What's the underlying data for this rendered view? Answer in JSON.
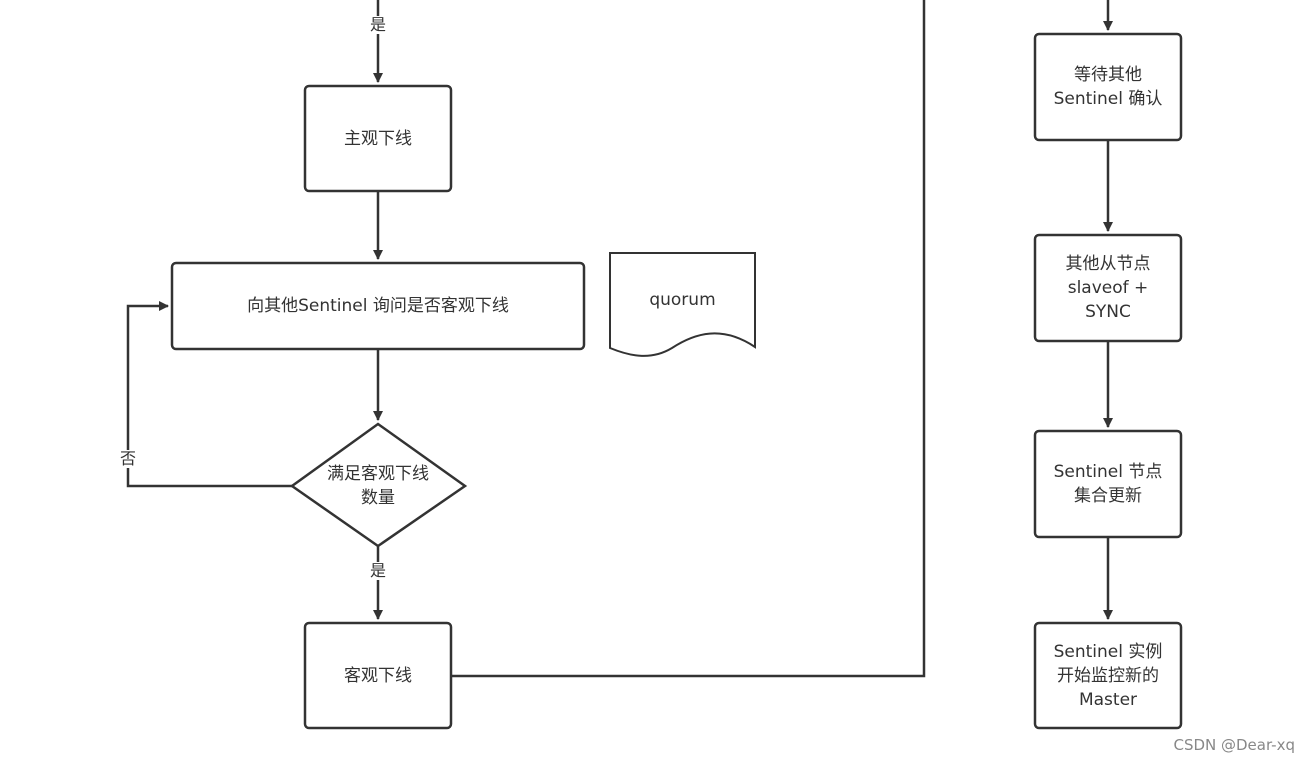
{
  "colors": {
    "stroke": "#333333",
    "fill": "#ffffff",
    "text": "#333333"
  },
  "nodes": {
    "subjective_down": "主观下线",
    "ask_others": "向其他Sentinel 询问是否客观下线",
    "quorum_doc": "quorum",
    "decision": "满足客观下线\n数量",
    "objective_down": "客观下线",
    "wait_confirm": "等待其他\nSentinel 确认",
    "slaveof_sync": "其他从节点\nslaveof +\nSYNC",
    "set_update": "Sentinel 节点\n集合更新",
    "monitor_new": "Sentinel 实例\n开始监控新的\nMaster"
  },
  "edge_labels": {
    "yes_top": "是",
    "yes_decision": "是",
    "no_decision": "否"
  },
  "watermark": "CSDN @Dear-xq"
}
